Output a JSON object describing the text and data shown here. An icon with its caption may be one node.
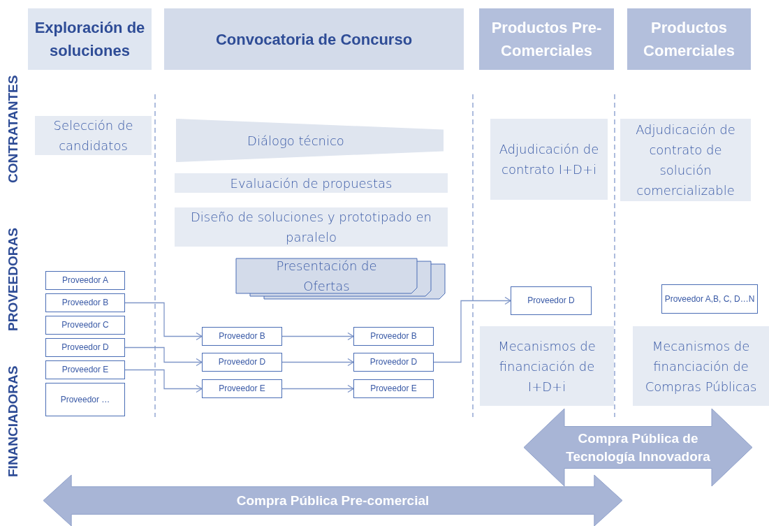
{
  "diagram": {
    "nodes": [
      {
        "text": [
          "Exploración de soluciones"
        ]
      },
      {
        "text": [
          "Convocatoria de Concurso"
        ]
      },
      {
        "text": [
          "Productos Pre-Comerciales"
        ]
      },
      {
        "text": [
          "Productos Comerciales"
        ]
      },
      {
        "text": [
          "Selección de candidatos"
        ]
      },
      {
        "text": [
          "Diálogo técnico"
        ]
      },
      {
        "text": [
          "Adjudicación de contrato I+D+i"
        ]
      },
      {
        "text": [
          "Adjudicación de contrato de solución comercializable"
        ]
      },
      {
        "text": [
          "Evaluación de propuestas"
        ]
      },
      {
        "text": [
          "Diseño de soluciones y prototipado en paralelo"
        ]
      },
      {
        "text": [
          "Presentación de Ofertas"
        ]
      },
      {
        "text": [
          "Proveedor A"
        ]
      },
      {
        "text": [
          "Proveedor B"
        ]
      },
      {
        "text": [
          "Proveedor C"
        ]
      },
      {
        "text": [
          "Proveedor D"
        ]
      },
      {
        "text": [
          "Proveedor E"
        ]
      },
      {
        "text": [
          "Proveedor …"
        ]
      },
      {
        "text": [
          "Proveedor B"
        ]
      },
      {
        "text": [
          "Proveedor D"
        ]
      },
      {
        "text": [
          "Proveedor E"
        ]
      },
      {
        "text": [
          "Proveedor B"
        ]
      },
      {
        "text": [
          "Proveedor D"
        ]
      },
      {
        "text": [
          "Proveedor E"
        ]
      },
      {
        "text": [
          "Proveedor D"
        ]
      },
      {
        "text": [
          "Proveedor A,B, C, D…N"
        ]
      },
      {
        "text": [
          "Mecanismos de financiación de I+D+i"
        ]
      },
      {
        "text": [
          "Mecanismos de financiación de Compras Públicas"
        ]
      },
      {
        "text": [
          "Compra Pública de Tecnología Innovadora"
        ]
      },
      {
        "text": [
          "Compra Pública Pre-comercial"
        ]
      }
    ],
    "edges": [
      {
        "from": 12,
        "to": 17,
        "arrow": "to"
      },
      {
        "from": 14,
        "to": 18,
        "arrow": "to"
      },
      {
        "from": 15,
        "to": 19,
        "arrow": "to"
      },
      {
        "from": 17,
        "to": 20,
        "arrow": "to"
      },
      {
        "from": 18,
        "to": 21,
        "arrow": "to"
      },
      {
        "from": 19,
        "to": 22,
        "arrow": "to"
      },
      {
        "from": 21,
        "to": 23,
        "arrow": "to"
      }
    ],
    "labels": [
      "CONTRATANTES",
      "PROVEEDORAS",
      "FINANCIADORAS"
    ]
  }
}
